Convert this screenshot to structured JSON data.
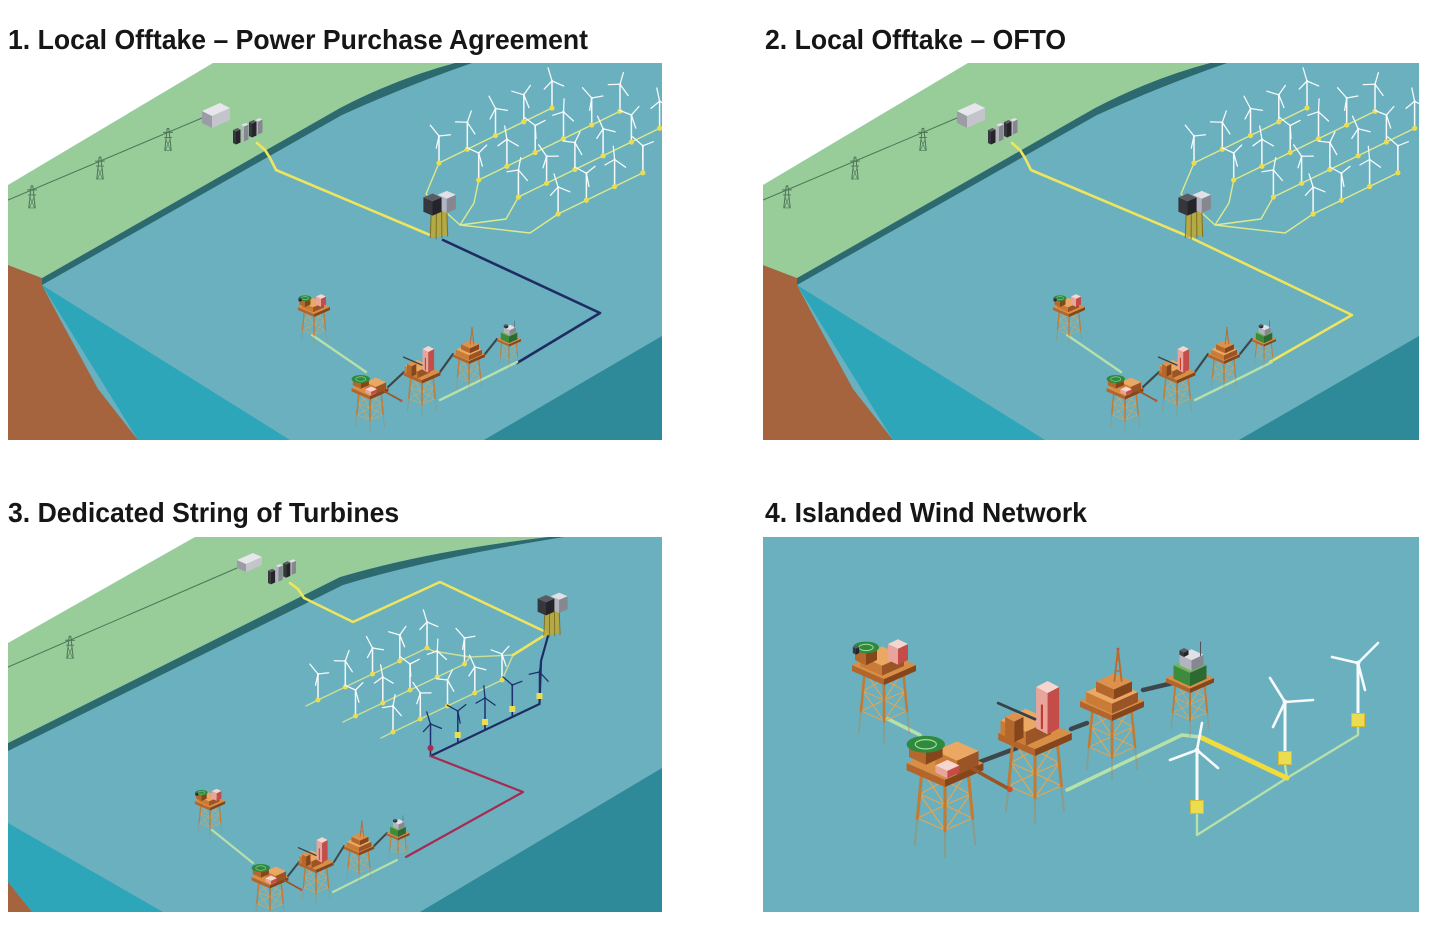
{
  "figure": {
    "panels": [
      {
        "title": "1. Local Offtake – Power Purchase Agreement"
      },
      {
        "title": "2. Local Offtake – OFTO"
      },
      {
        "title": "3. Dedicated String of Turbines"
      },
      {
        "title": "4. Islanded Wind Network"
      }
    ]
  },
  "palette": {
    "land": "#98cd9a",
    "shoreline": "#2d6a6f",
    "sea_surface": "#6ab0bf",
    "sea_cross_section": "#2ea6ba",
    "deep_sea_face": "#2e8998",
    "seabed": "#a5633e",
    "cable_yellow": "#efe45e",
    "cable_yellow_bright": "#f2dc3b",
    "cable_pale_yellow": "#dce98e",
    "cable_navy": "#1e2c62",
    "cable_red": "#a62a52",
    "cable_light_green": "#b7e0aa",
    "turbine_white": "#f7fafb",
    "turbine_navy": "#1f306e",
    "turbine_foundation": "#ecdc50",
    "platform_structure": "#c27a34",
    "helideck_green": "#2e8a3e"
  }
}
